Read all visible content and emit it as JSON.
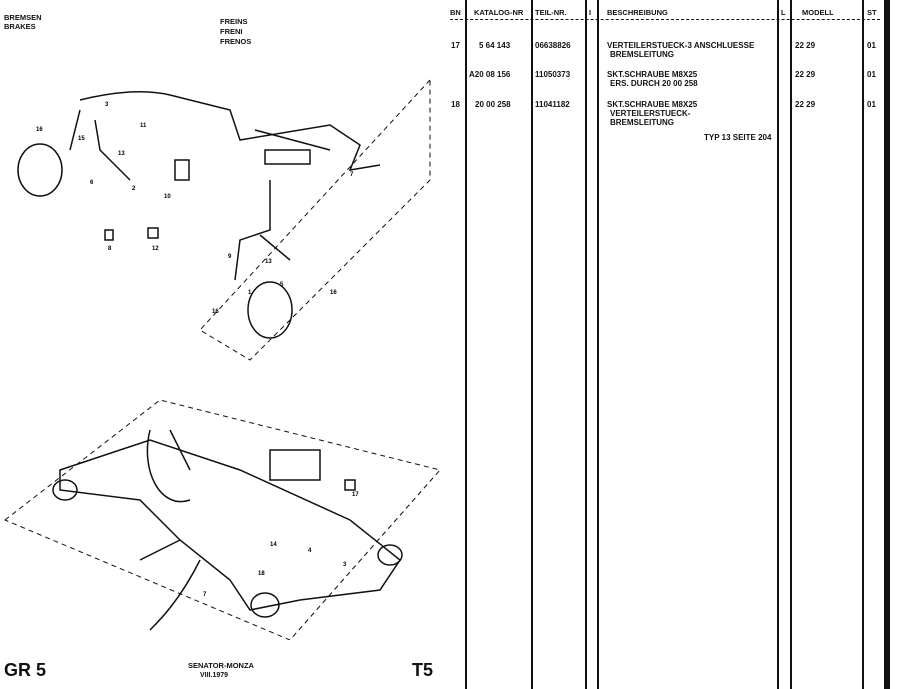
{
  "header": {
    "left": [
      "BREMSEN",
      "BRAKES"
    ],
    "right": [
      "FREINS",
      "FRENI",
      "FRENOS"
    ]
  },
  "footer": {
    "group": "GR 5",
    "model": "SENATOR-MONZA",
    "date": "VIII.1979",
    "table_no": "T5"
  },
  "callouts": [
    "3",
    "11",
    "16",
    "15",
    "13",
    "6",
    "2",
    "10",
    "8",
    "12",
    "7",
    "9",
    "13",
    "1",
    "16",
    "5",
    "16",
    "17",
    "14",
    "18",
    "4",
    "7",
    "3"
  ],
  "table": {
    "columns": [
      "BN",
      "KATALOG-NR",
      "TEIL-NR.",
      "I",
      "BESCHREIBUNG",
      "L",
      "MODELL",
      "ST"
    ],
    "rows": [
      {
        "bn": "17",
        "katalog": "5 64 143",
        "teil": "06638826",
        "beschreibung": [
          "VERTEILERSTUECK-3 ANSCHLUESSE",
          "BREMSLEITUNG"
        ],
        "modell": "22 29",
        "st": "01"
      },
      {
        "bn": "",
        "katalog": "A20 08 156",
        "teil": "11050373",
        "beschreibung": [
          "SKT.SCHRAUBE M8X25",
          "ERS. DURCH 20 00 258"
        ],
        "modell": "22 29",
        "st": "01"
      },
      {
        "bn": "18",
        "katalog": "20 00 258",
        "teil": "11041182",
        "beschreibung": [
          "SKT.SCHRAUBE M8X25",
          "VERTEILERSTUECK-",
          "BREMSLEITUNG"
        ],
        "modell": "22 29",
        "st": "01"
      }
    ],
    "reference": "TYP 13 SEITE 204"
  }
}
